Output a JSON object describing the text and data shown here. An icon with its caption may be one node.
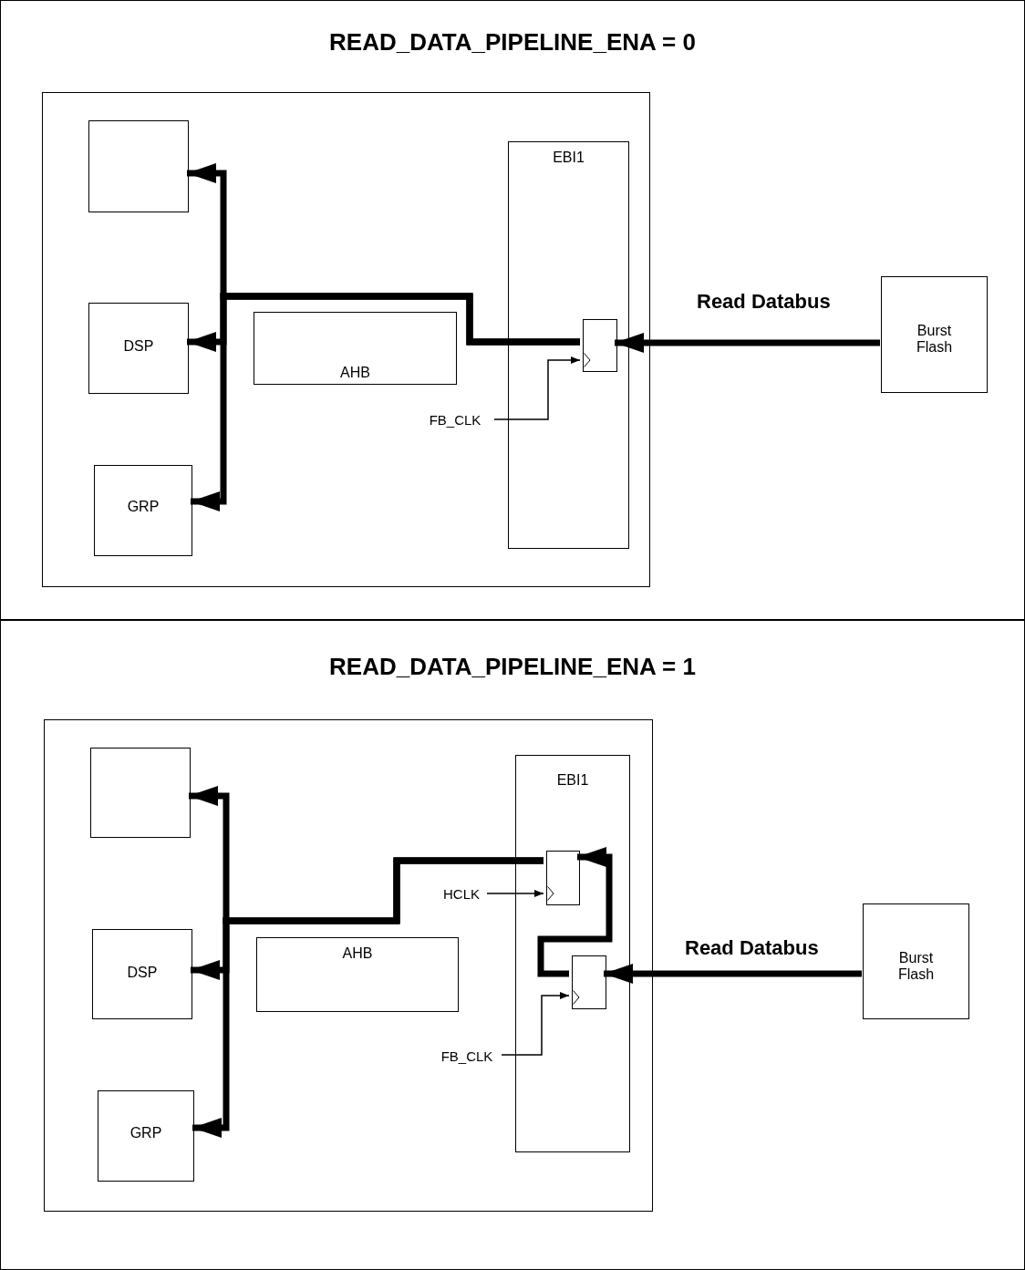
{
  "diagram": {
    "nodes": [
      {
        "text": [
          "READ_DATA_PIPELINE_ENA = 0"
        ]
      },
      {
        "text": [],
        "shape": "box",
        "in": 0
      },
      {
        "text": [],
        "shape": "box",
        "in": 1
      },
      {
        "text": [
          "DSP"
        ],
        "in": 1
      },
      {
        "text": [
          "GRP"
        ],
        "in": 1
      },
      {
        "text": [
          "AHB"
        ],
        "in": 1
      },
      {
        "text": [
          "EBI1"
        ],
        "in": 1
      },
      {
        "text": [],
        "shape": "box",
        "in": 6
      },
      {
        "text": [
          "FB_CLK"
        ],
        "in": 1
      },
      {
        "text": [
          "Burst Flash"
        ],
        "in": 0
      },
      {
        "text": [
          "READ_DATA_PIPELINE_ENA = 1"
        ]
      },
      {
        "text": [],
        "shape": "box",
        "in": 10
      },
      {
        "text": [],
        "shape": "box",
        "in": 11
      },
      {
        "text": [
          "DSP"
        ],
        "in": 11
      },
      {
        "text": [
          "GRP"
        ],
        "in": 11
      },
      {
        "text": [
          "AHB"
        ],
        "in": 11
      },
      {
        "text": [
          "EBI1"
        ],
        "in": 11
      },
      {
        "text": [],
        "shape": "box",
        "in": 16
      },
      {
        "text": [],
        "shape": "box",
        "in": 16
      },
      {
        "text": [
          "HCLK"
        ],
        "in": 11
      },
      {
        "text": [
          "FB_CLK"
        ],
        "in": 11
      },
      {
        "text": [
          "Burst Flash"
        ],
        "in": 10
      }
    ],
    "edges": [
      {
        "from": 9,
        "to": 7,
        "arrow": "to",
        "label": "Read Databus"
      },
      {
        "from": 7,
        "to": 2,
        "arrow": "to"
      },
      {
        "from": 7,
        "to": 3,
        "arrow": "to"
      },
      {
        "from": 7,
        "to": 4,
        "arrow": "to"
      },
      {
        "from": 8,
        "to": 7,
        "arrow": "to"
      },
      {
        "from": 21,
        "to": 18,
        "arrow": "to",
        "label": "Read Databus"
      },
      {
        "from": 18,
        "to": 17,
        "arrow": "to"
      },
      {
        "from": 17,
        "to": 12,
        "arrow": "to"
      },
      {
        "from": 17,
        "to": 13,
        "arrow": "to"
      },
      {
        "from": 17,
        "to": 14,
        "arrow": "to"
      },
      {
        "from": 19,
        "to": 17,
        "arrow": "to"
      },
      {
        "from": 20,
        "to": 18,
        "arrow": "to"
      }
    ]
  }
}
